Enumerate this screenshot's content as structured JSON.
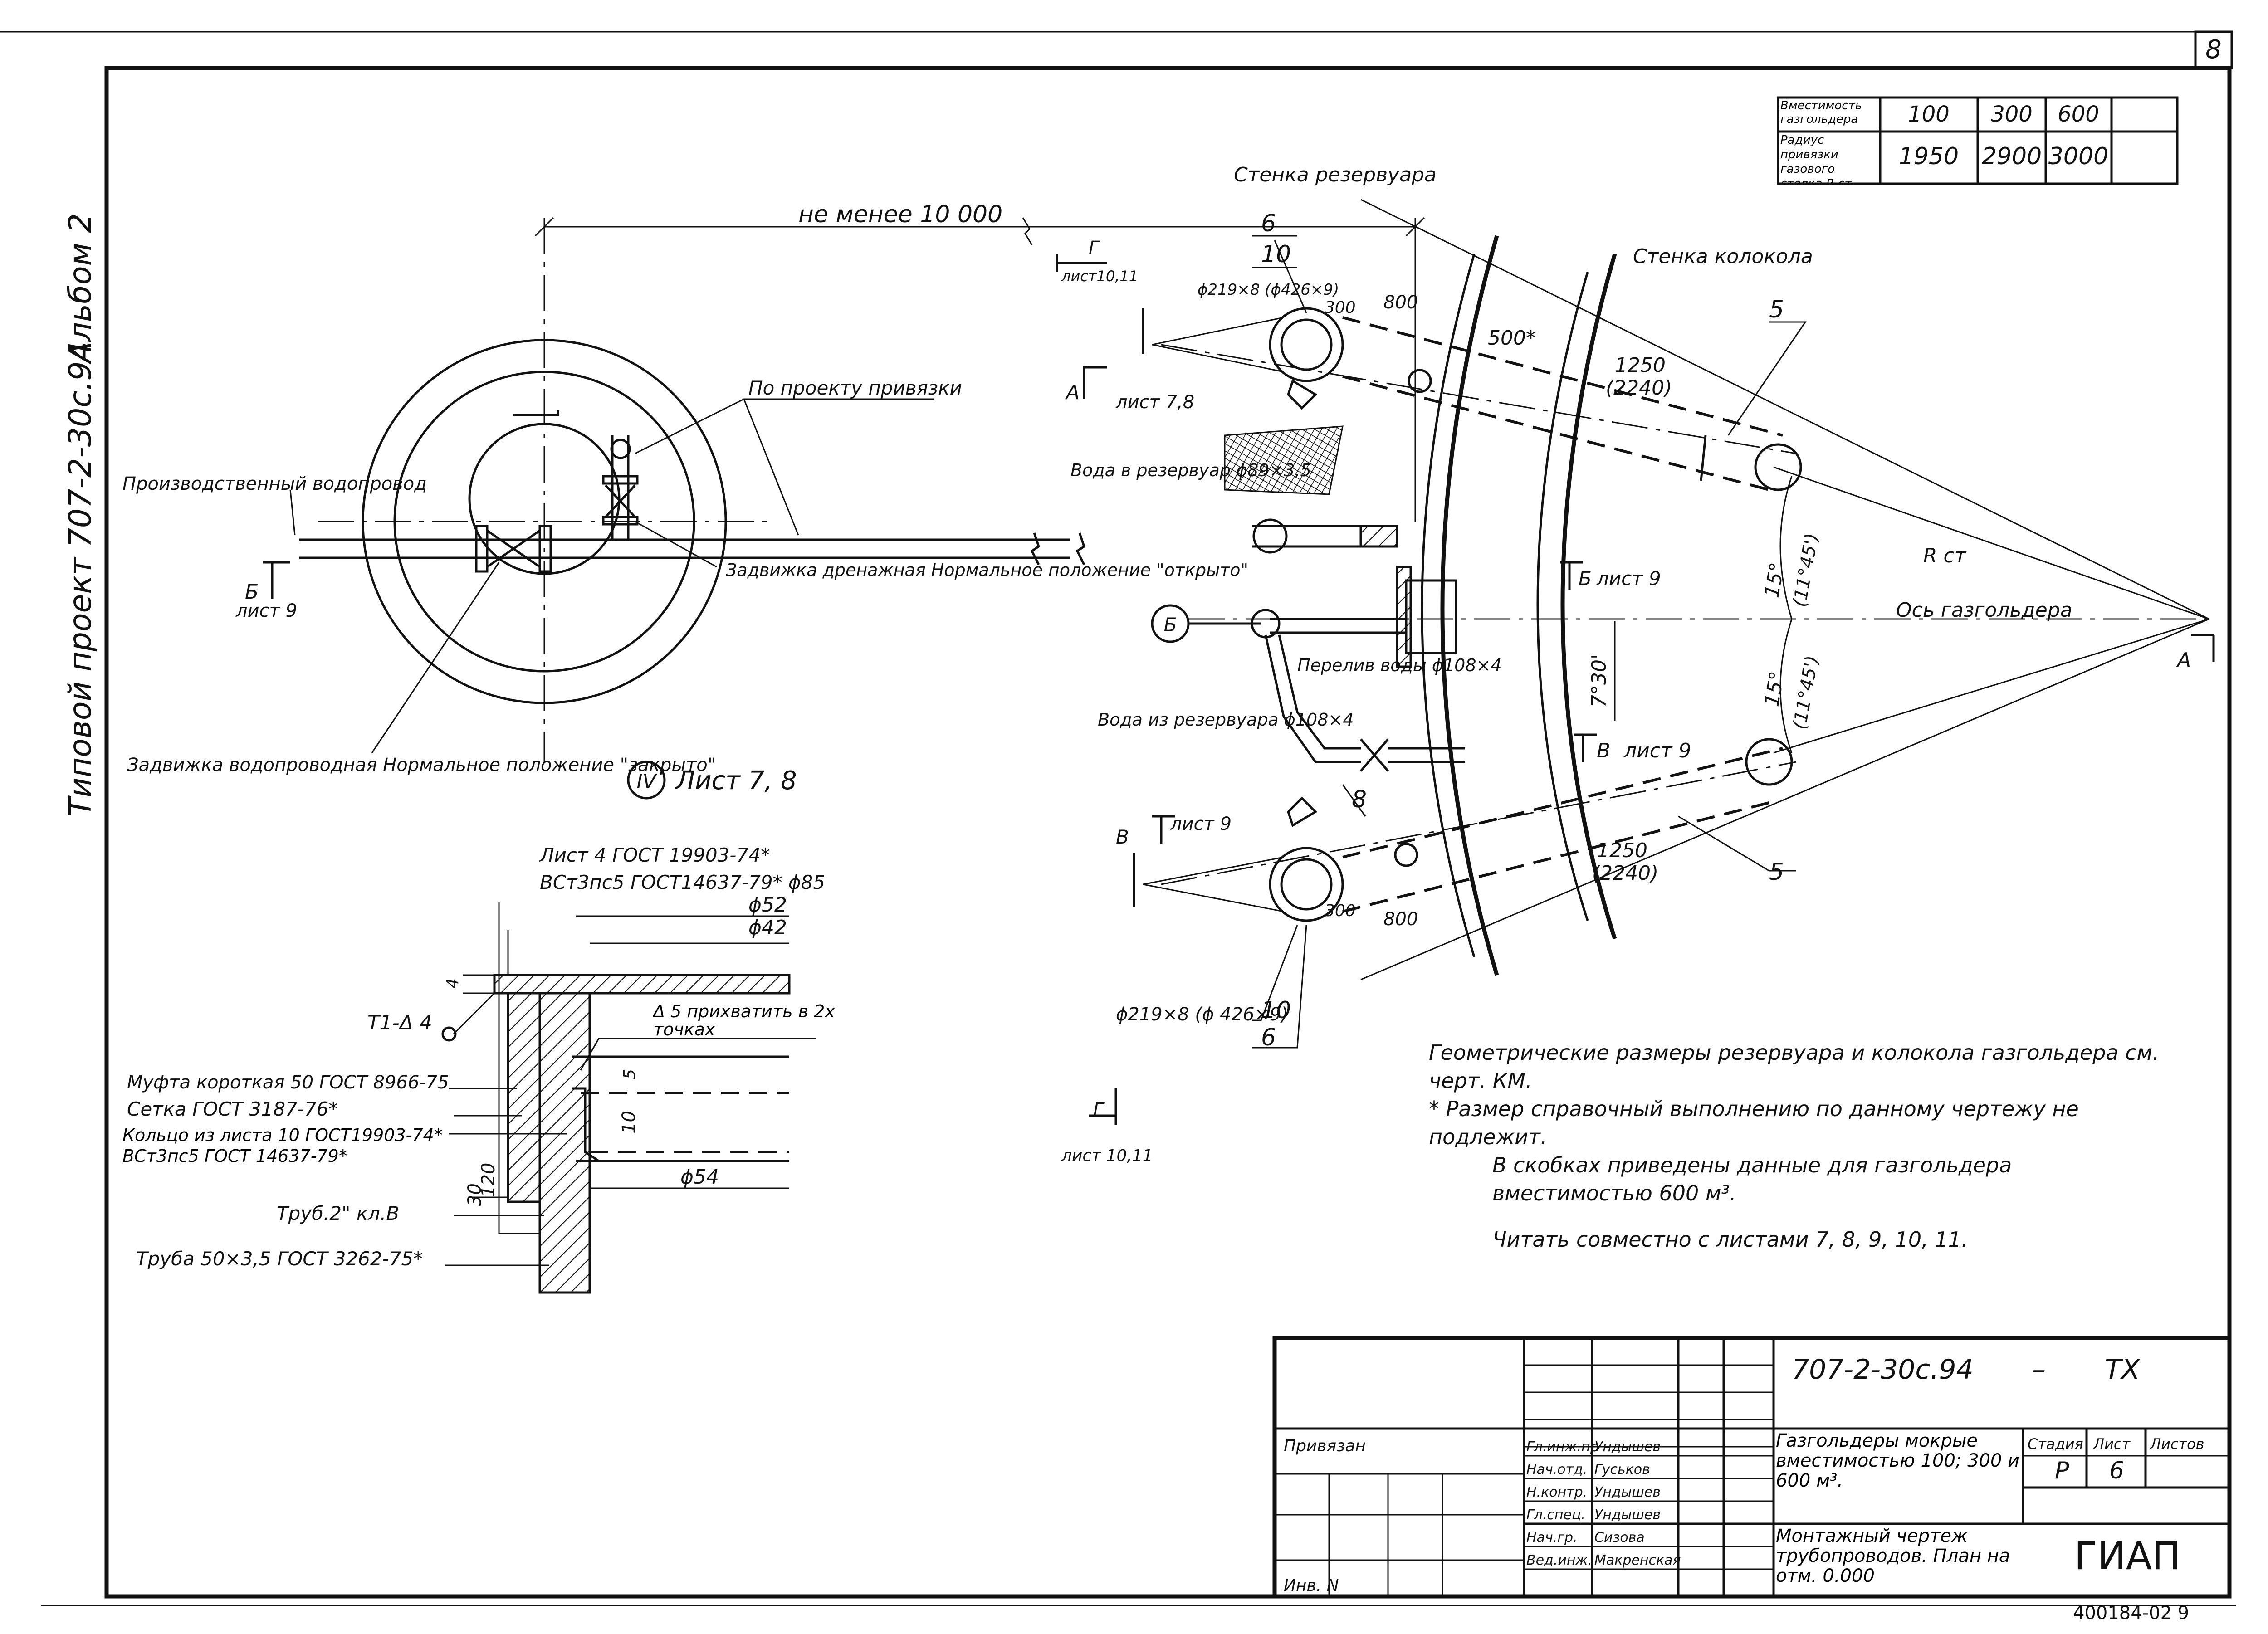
{
  "sheet_corner_number": "8",
  "side_labels": {
    "album": "Альбом 2",
    "project": "Типовой проект 707-2-30с.94"
  },
  "capacity_table": {
    "row1_label": "Вместимость газгольдера",
    "row2_label": "Радиус привязки газового стояка R ст.",
    "capacities": [
      "100",
      "300",
      "600",
      ""
    ],
    "radii": [
      "1950",
      "2900",
      "3000",
      ""
    ]
  },
  "plan_labels": {
    "min_distance": "не менее 10 000",
    "tank_wall": "Стенка резервуара",
    "bell_wall": "Стенка колокола",
    "per_project": "По проекту привязки",
    "production_water": "Производственный водопровод",
    "drain_valve": "Задвижка дренажная Нормальное положение \"открыто\"",
    "water_valve": "Задвижка водопроводная Нормальное положение \"закрыто\"",
    "sheet_ref_IV": "Лист 7, 8",
    "node_IV": "IV",
    "water_to_tank": "Вода в резервуар ϕ89×3,5",
    "overflow": "Перелив воды ϕ108×4",
    "water_from_tank": "Вода из резервуара ϕ108×4",
    "gasholder_axis": "Ось газгольдера",
    "r_st": "R ст",
    "node_B": "Б",
    "pipe_top": "ϕ219×8 (ϕ426×9)",
    "pipe_bottom": "ϕ219×8 (ϕ 426×9)"
  },
  "section_marks": {
    "A_top": "А",
    "A_top_ref": "лист 7,8",
    "A_right": "А",
    "B_left": "Б",
    "B_left_ref": "лист 9",
    "B_mid": "Б",
    "B_mid_ref": "лист 9",
    "V_right": "В",
    "V_right_ref": "лист 9",
    "V_left": "В",
    "V_left_ref": "лист 9",
    "G_top": "Г",
    "G_top_ref": "лист10,11",
    "G_bottom": "Г",
    "G_bottom_ref": "лист 10,11"
  },
  "dimensions": {
    "d300_top": "300",
    "d800_top": "800",
    "d500": "500*",
    "d1250_top": "1250",
    "d2240_top": "(2240)",
    "d300_bot": "300",
    "d800_bot": "800",
    "d1250_bot": "1250",
    "d2240_bot": "(2240)",
    "angle_15_top": "15°",
    "angle_1145_top": "(11°45')",
    "angle_15_bot": "15°",
    "angle_1145_bot": "(11°45')",
    "angle_730": "7°30'",
    "pos_6_top": "6",
    "pos_10_top": "10",
    "pos_5_top": "5",
    "pos_8": "8",
    "pos_5_bot": "5",
    "pos_10_bot": "10",
    "pos_6_bot": "6"
  },
  "detail": {
    "sheet4": "Лист 4 ГОСТ 19903-74*",
    "steel_phi85": "ВСт3пс5 ГОСТ14637-79* ϕ85",
    "phi52": "ϕ52",
    "phi42": "ϕ42",
    "t1": "Т1-Δ 4",
    "weld": "Δ 5 прихватить в 2х точках",
    "coupling": "Муфта короткая 50 ГОСТ 8966-75",
    "mesh": "Сетка ГОСТ 3187-76*",
    "ring": "Кольцо из листа 10 ГОСТ19903-74* ВСт3пс5 ГОСТ 14637-79*",
    "pipe2": "Труб.2\" кл.В",
    "pipe50": "Труба 50×3,5 ГОСТ 3262-75*",
    "phi54": "ϕ54",
    "dim4": "4",
    "dim5": "5",
    "dim10": "10",
    "dim30": "30",
    "dim120": "120"
  },
  "notes": [
    "Геометрические размеры резервуара и колокола газгольдера см. черт. КМ.",
    "* Размер справочный выполнению по данному чертежу не подлежит.",
    "В скобках приведены данные для газгольдера вместимостью 600 м³.",
    "Читать совместно с листами 7, 8, 9, 10, 11."
  ],
  "title_block": {
    "designation": "707-2-30с.94",
    "dash": "–",
    "code": "ТХ",
    "bound": "Привязан",
    "inv": "Инв. N",
    "roles": [
      "Гл.инж.пр",
      "Нач.отд.",
      "Н.контр.",
      "Гл.спец.",
      "Нач.гр.",
      "Вед.инж."
    ],
    "names": [
      "Ундышев",
      "Гуськов",
      "Ундышев",
      "Ундышев",
      "Сизова",
      "Макренская"
    ],
    "title1": "Газгольдеры мокрые вместимостью 100; 300 и 600 м³.",
    "title2": "Монтажный чертеж трубопроводов. План на отм. 0.000",
    "stage_h": "Стадия",
    "sheet_h": "Лист",
    "sheets_h": "Листов",
    "stage": "Р",
    "sheet": "6",
    "org": "ГИАП",
    "archive": "400184-02 9"
  }
}
